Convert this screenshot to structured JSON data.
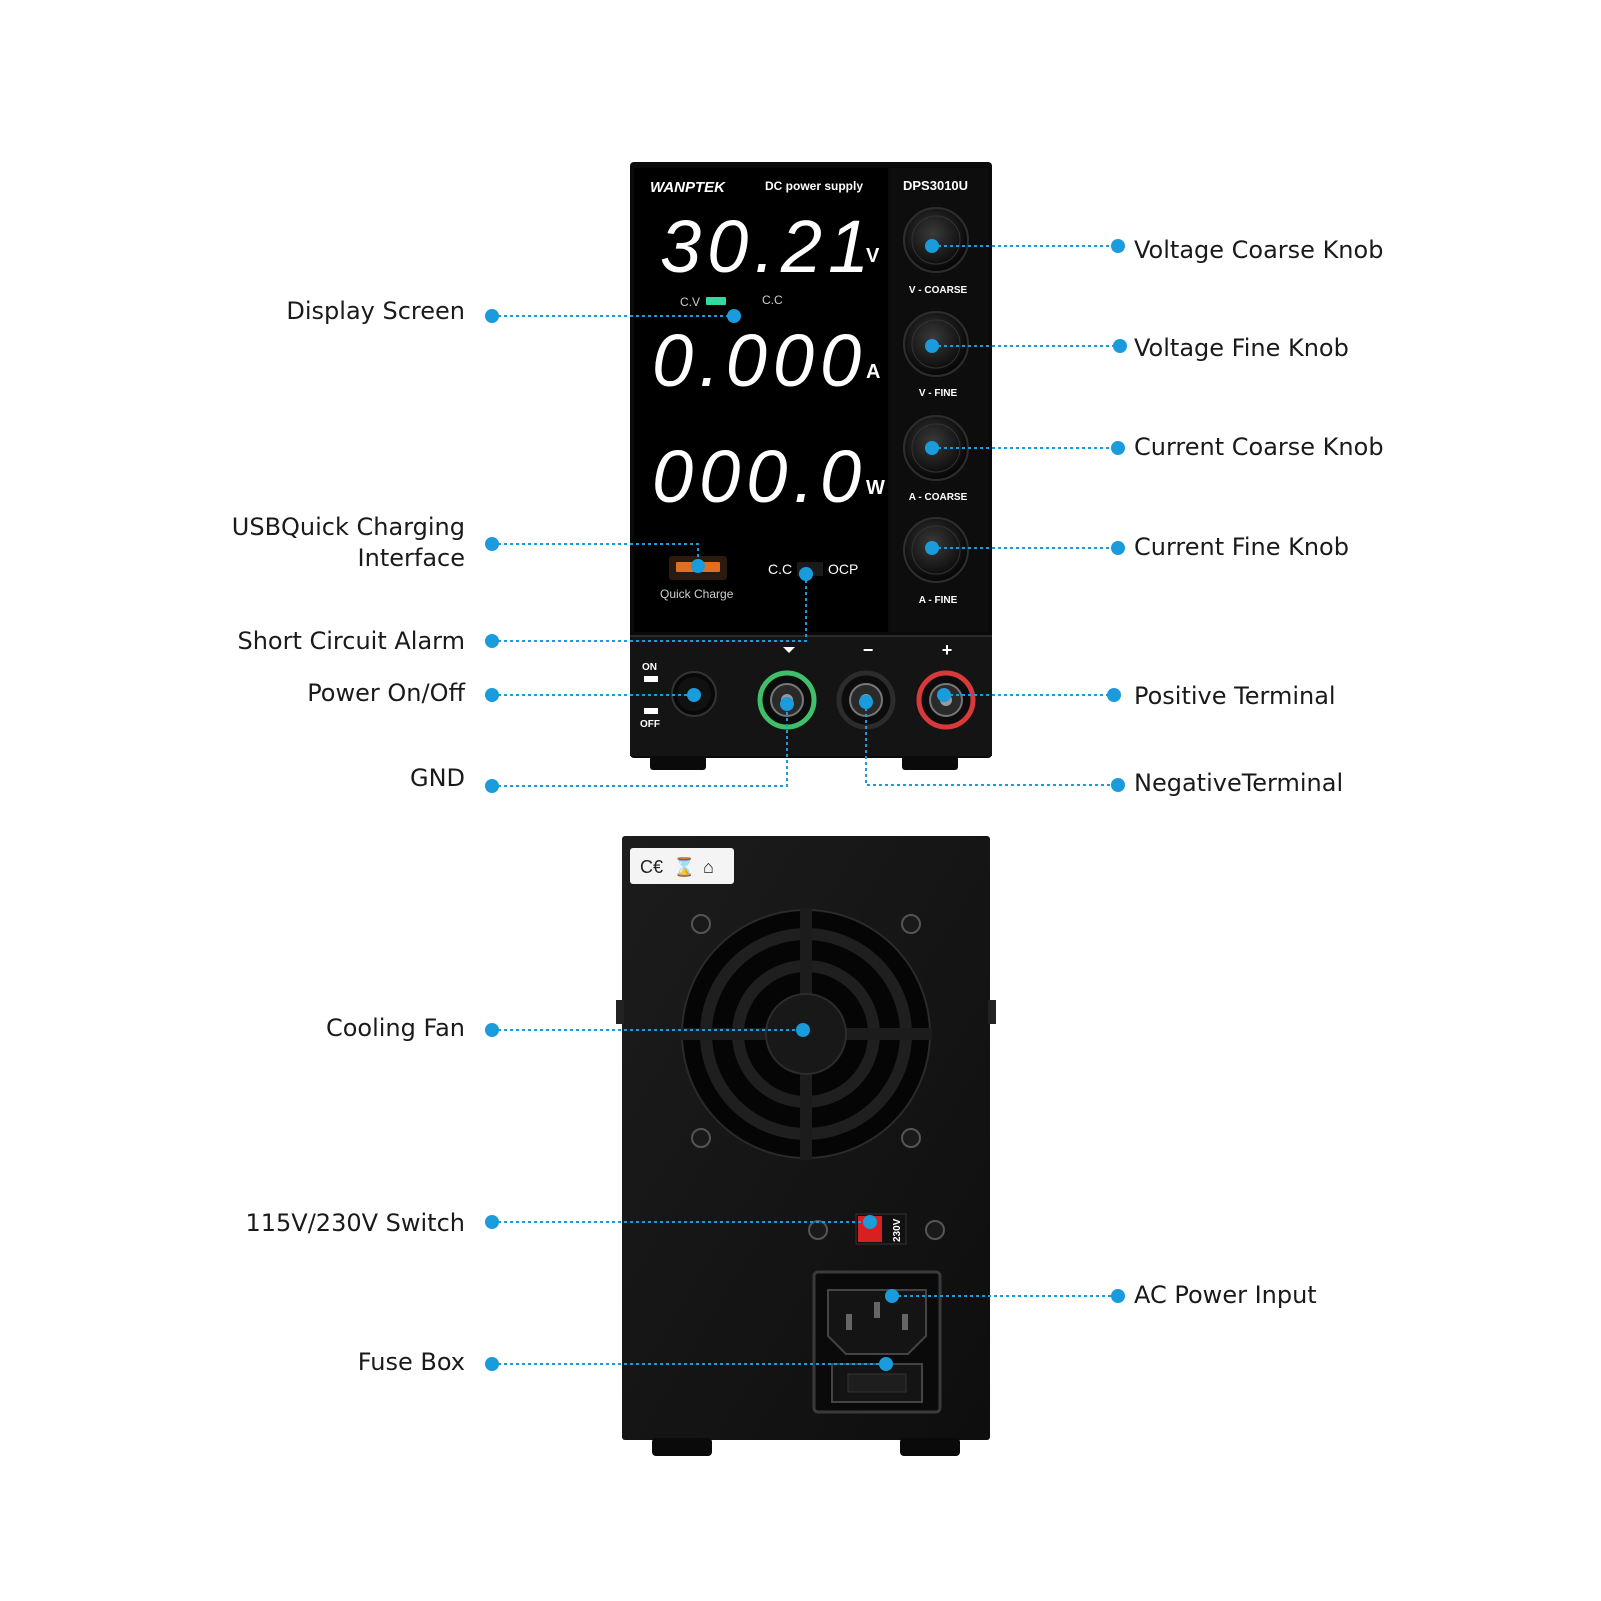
{
  "device": {
    "brand": "WANPTEK",
    "subtitle": "DC power supply",
    "model": "DPS3010U",
    "readout_voltage": "30.21",
    "readout_voltage_unit": "V",
    "readout_current": "0.000",
    "readout_current_unit": "A",
    "readout_power": "000.0",
    "readout_power_unit": "W",
    "cv_label": "C.V",
    "cc_label": "C.C",
    "cc2_label": "C.C",
    "ocp_label": "OCP",
    "usb_label": "Quick Charge",
    "knob_labels": [
      "V - COARSE",
      "V - FINE",
      "A - COARSE",
      "A - FINE"
    ],
    "on_label": "ON",
    "off_label": "OFF",
    "minus_sign": "−",
    "plus_sign": "+",
    "voltage_switch_label": "230V"
  },
  "labels": {
    "display_screen": "Display Screen",
    "usb_charging_line1": "USBQuick Charging",
    "usb_charging_line2": "Interface",
    "short_circuit_alarm": "Short Circuit Alarm",
    "power_on_off": "Power On/Off",
    "gnd": "GND",
    "voltage_coarse_knob": "Voltage Coarse Knob",
    "voltage_fine_knob": "Voltage Fine Knob",
    "current_coarse_knob": "Current Coarse Knob",
    "current_fine_knob": "Current Fine Knob",
    "positive_terminal": "Positive Terminal",
    "negative_terminal": "NegativeTerminal",
    "cooling_fan": "Cooling Fan",
    "voltage_switch": "115V/230V Switch",
    "ac_power_input": "AC Power Input",
    "fuse_box": "Fuse Box"
  },
  "colors": {
    "accent": "#1a9bdc",
    "panel": "#0b0b0b",
    "cv_led": "#35d8a0",
    "gnd_ring": "#3fbf6a",
    "pos_ring": "#d83a3a",
    "usb_port": "#e07020",
    "switch_red": "#d92020"
  }
}
